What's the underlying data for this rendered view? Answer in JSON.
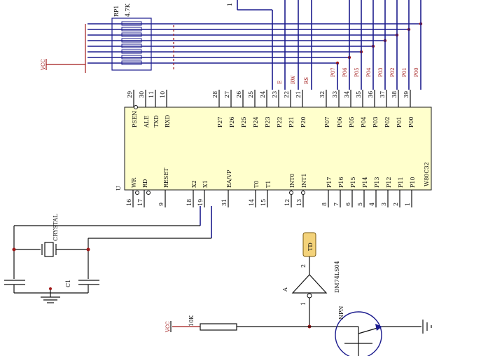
{
  "chip": {
    "designator": "U",
    "part": "W80C32",
    "top_pins": [
      {
        "num": "29",
        "name": "PSEN"
      },
      {
        "num": "30",
        "name": "ALE"
      },
      {
        "num": "11",
        "name": "TXD"
      },
      {
        "num": "10",
        "name": "RXD"
      },
      {
        "num": "28",
        "name": "P27"
      },
      {
        "num": "27",
        "name": "P26"
      },
      {
        "num": "26",
        "name": "P25"
      },
      {
        "num": "25",
        "name": "P24"
      },
      {
        "num": "24",
        "name": "P23"
      },
      {
        "num": "23",
        "name": "P22"
      },
      {
        "num": "22",
        "name": "P21"
      },
      {
        "num": "21",
        "name": "P20"
      },
      {
        "num": "32",
        "name": "P07"
      },
      {
        "num": "33",
        "name": "P06"
      },
      {
        "num": "34",
        "name": "P05"
      },
      {
        "num": "35",
        "name": "P04"
      },
      {
        "num": "36",
        "name": "P03"
      },
      {
        "num": "37",
        "name": "P02"
      },
      {
        "num": "38",
        "name": "P01"
      },
      {
        "num": "39",
        "name": "P00"
      }
    ],
    "bottom_pins": [
      {
        "num": "16",
        "name": "WR"
      },
      {
        "num": "17",
        "name": "RD"
      },
      {
        "num": "9",
        "name": "RESET"
      },
      {
        "num": "18",
        "name": "X2"
      },
      {
        "num": "19",
        "name": "X1"
      },
      {
        "num": "31",
        "name": "EA/VP"
      },
      {
        "num": "14",
        "name": "T0"
      },
      {
        "num": "15",
        "name": "T1"
      },
      {
        "num": "12",
        "name": "INT0"
      },
      {
        "num": "13",
        "name": "INT1"
      },
      {
        "num": "8",
        "name": "P17"
      },
      {
        "num": "7",
        "name": "P16"
      },
      {
        "num": "6",
        "name": "P15"
      },
      {
        "num": "5",
        "name": "P14"
      },
      {
        "num": "4",
        "name": "P13"
      },
      {
        "num": "3",
        "name": "P12"
      },
      {
        "num": "2",
        "name": "P11"
      },
      {
        "num": "1",
        "name": "P10"
      }
    ]
  },
  "net_labels": {
    "lcd": [
      "E",
      "RW",
      "RS"
    ],
    "bus": [
      "P07",
      "P06",
      "P05",
      "P04",
      "P03",
      "P02",
      "P01",
      "P00"
    ]
  },
  "top_wire_pin": "1",
  "resistor_array": {
    "designator": "RP1",
    "value": "4.7K",
    "supply": "VCC"
  },
  "crystal": {
    "label": "CRYSTAL",
    "cap": "C1"
  },
  "driver": {
    "label": "A",
    "part": "DM74LS04",
    "pin_in": "1",
    "pin_out": "2",
    "output_net": "TD"
  },
  "base_resistor": {
    "value": "10K",
    "supply": "VCC"
  },
  "transistor": {
    "type": "NPN"
  }
}
